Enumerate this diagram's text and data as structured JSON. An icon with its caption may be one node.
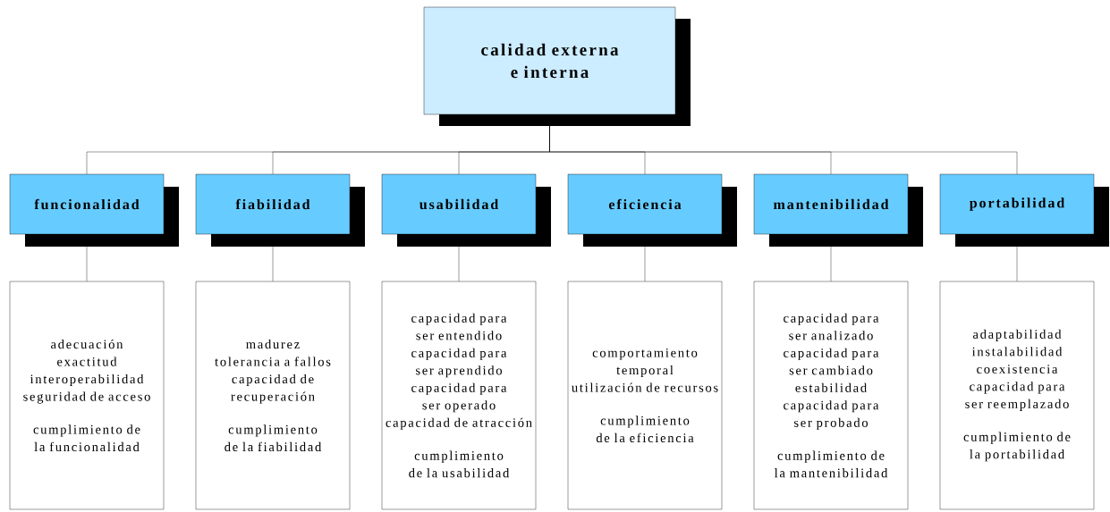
{
  "diagram": {
    "nodes": [
      {
        "text": [
          "calidad externa e interna"
        ]
      },
      {
        "text": [
          "funcionalidad"
        ]
      },
      {
        "text": [
          "fiabilidad"
        ]
      },
      {
        "text": [
          "usabilidad"
        ]
      },
      {
        "text": [
          "eficiencia"
        ]
      },
      {
        "text": [
          "mantenibilidad"
        ]
      },
      {
        "text": [
          "portabilidad"
        ]
      },
      {
        "text": [
          "adecuación",
          "exactitud",
          "interoperabilidad",
          "seguridad de acceso",
          "cumplimiento de la funcionalidad"
        ]
      },
      {
        "text": [
          "madurez",
          "tolerancia a fallos",
          "capacidad de recuperación",
          "cumplimiento de la fiabilidad"
        ]
      },
      {
        "text": [
          "capacidad para ser entendido",
          "capacidad para ser aprendido",
          "capacidad para ser operado",
          "capacidad de atracción",
          "cumplimiento de la usabilidad"
        ]
      },
      {
        "text": [
          "comportamiento temporal",
          "utilización de recursos",
          "cumplimiento de la eficiencia"
        ]
      },
      {
        "text": [
          "capacidad para ser analizado",
          "capacidad para ser cambiado",
          "estabilidad",
          "capacidad para ser probado",
          "cumplimiento de la mantenibilidad"
        ]
      },
      {
        "text": [
          "adaptabilidad",
          "instalabilidad",
          "coexistencia",
          "capacidad para ser reemplazado",
          "cumplimiento de la portabilidad"
        ]
      }
    ],
    "edges": [
      {
        "from": 0,
        "to": 1,
        "arrow": "none"
      },
      {
        "from": 0,
        "to": 2,
        "arrow": "none"
      },
      {
        "from": 0,
        "to": 3,
        "arrow": "none"
      },
      {
        "from": 0,
        "to": 4,
        "arrow": "none"
      },
      {
        "from": 0,
        "to": 5,
        "arrow": "none"
      },
      {
        "from": 0,
        "to": 6,
        "arrow": "none"
      },
      {
        "from": 1,
        "to": 7,
        "arrow": "none"
      },
      {
        "from": 2,
        "to": 8,
        "arrow": "none"
      },
      {
        "from": 3,
        "to": 9,
        "arrow": "none"
      },
      {
        "from": 4,
        "to": 10,
        "arrow": "none"
      },
      {
        "from": 5,
        "to": 11,
        "arrow": "none"
      },
      {
        "from": 6,
        "to": 12,
        "arrow": "none"
      }
    ]
  }
}
